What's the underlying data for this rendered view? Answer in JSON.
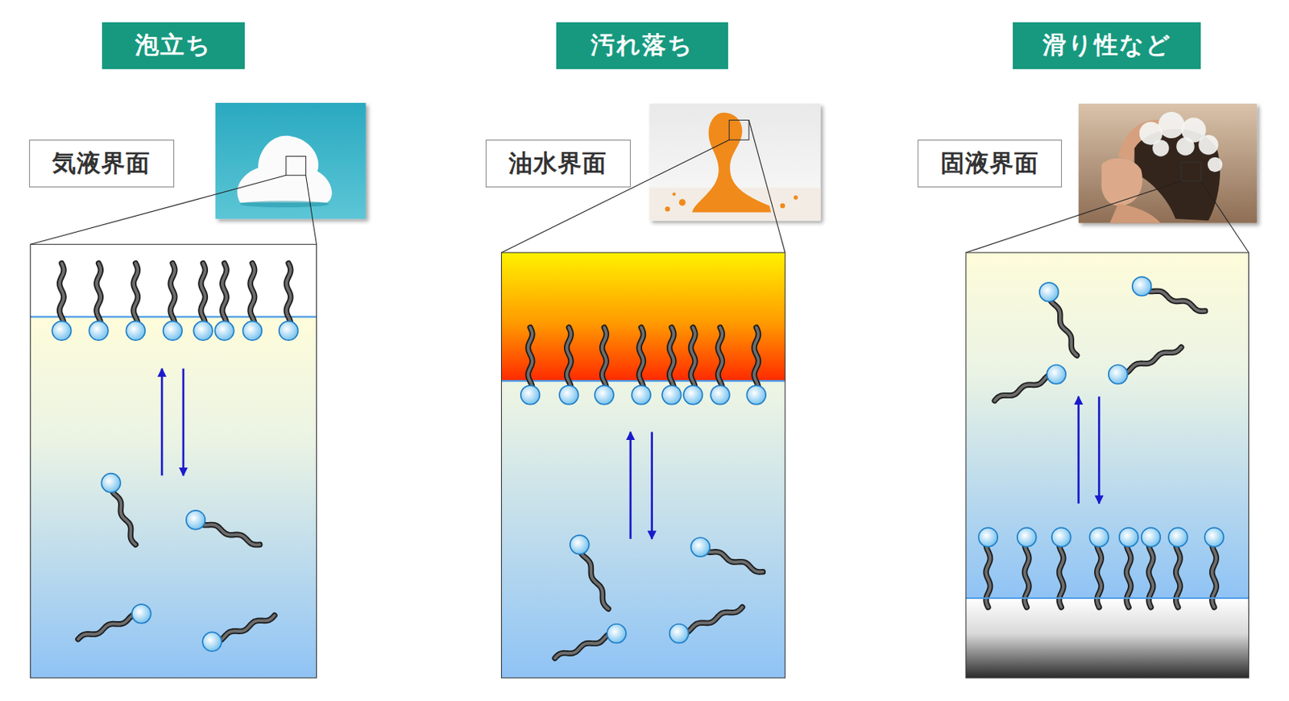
{
  "diagram": {
    "nodes": [
      {
        "text": [
          "泡立ち"
        ]
      },
      {
        "text": [
          "汚れ落ち"
        ]
      },
      {
        "text": [
          "滑り性など"
        ]
      },
      {
        "text": [
          "気液界面"
        ]
      },
      {
        "text": [
          "油水界面"
        ]
      },
      {
        "text": [
          "固液界面"
        ]
      }
    ]
  }
}
